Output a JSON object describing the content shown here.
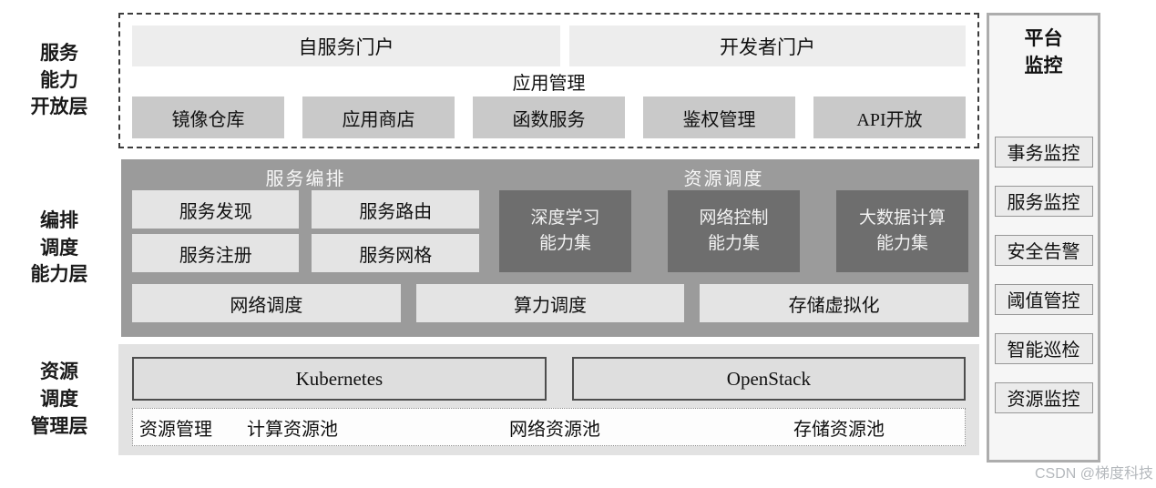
{
  "layer_labels": {
    "top": "服务\n能力\n开放层",
    "middle": "编排\n调度\n能力层",
    "bottom": "资源\n调度\n管理层"
  },
  "top_layer": {
    "portals": [
      "自服务门户",
      "开发者门户"
    ],
    "app_management": "应用管理",
    "services": [
      "镜像仓库",
      "应用商店",
      "函数服务",
      "鉴权管理",
      "API开放"
    ]
  },
  "middle_layer": {
    "headers": [
      "服务编排",
      "资源调度"
    ],
    "service_boxes": [
      "服务发现",
      "服务路由",
      "服务注册",
      "服务网格"
    ],
    "capability_sets": [
      "深度学习\n能力集",
      "网络控制\n能力集",
      "大数据计算\n能力集"
    ],
    "scheduler_boxes": [
      "网络调度",
      "算力调度",
      "存储虚拟化"
    ]
  },
  "bottom_layer": {
    "platforms": [
      "Kubernetes",
      "OpenStack"
    ],
    "resource_pools": [
      "资源管理",
      "计算资源池",
      "网络资源池",
      "存储资源池"
    ]
  },
  "sidebar": {
    "title": "平台\n监控",
    "items": [
      "事务监控",
      "服务监控",
      "安全告警",
      "阈值管控",
      "智能巡检",
      "资源监控"
    ]
  },
  "watermark": "CSDN @梯度科技",
  "colors": {
    "portal_bar": "#ededed",
    "service_btn": "#c9c9c9",
    "mid_container": "#9b9b9b",
    "mid_light_box": "#e4e4e4",
    "dark_box": "#6e6e6e",
    "bottom_container": "#e2e2e2",
    "infra_box_border": "#4d4d4d",
    "sidebar_bg": "#f6f6f6",
    "sidebar_item_bg": "#ebebeb",
    "watermark_color": "#b5b9bd"
  }
}
